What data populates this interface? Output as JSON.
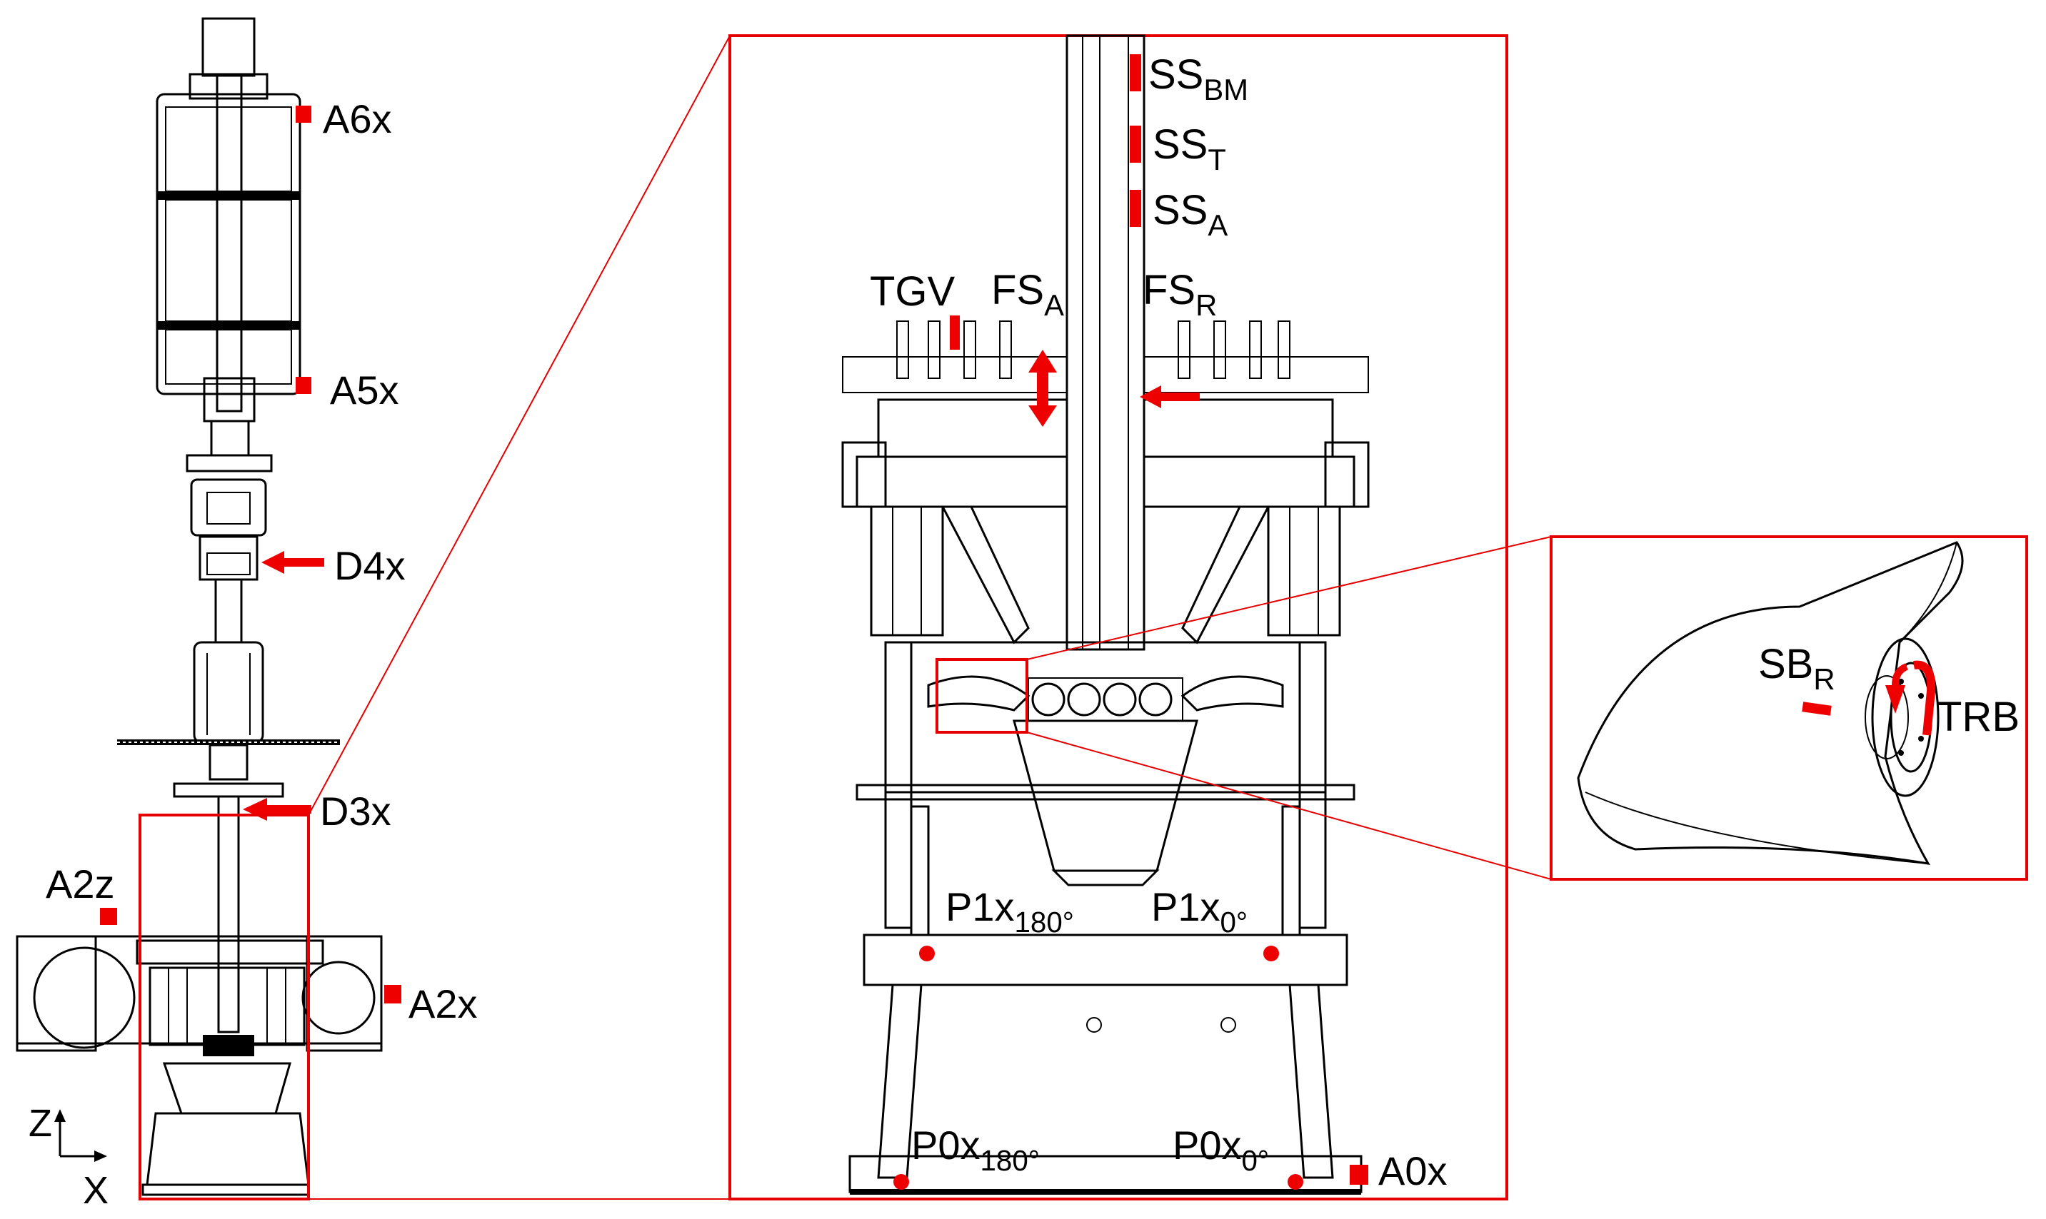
{
  "colors": {
    "sensor": "#ee0000",
    "frame": "#e60000",
    "drawing": "#000000",
    "background": "#ffffff"
  },
  "axes": {
    "vertical": "Z",
    "horizontal": "X"
  },
  "labels": {
    "a6x": "A6x",
    "a5x": "A5x",
    "d4x": "D4x",
    "d3x": "D3x",
    "a2z": "A2z",
    "a2x": "A2x",
    "a0x": "A0x",
    "tgv": "TGV",
    "ss": "SS",
    "ss_bm_sub": "BM",
    "ss_t_sub": "T",
    "ss_a_sub": "A",
    "fs": "FS",
    "fs_a_sub": "A",
    "fs_r_sub": "R",
    "p1x": "P1x",
    "p0x": "P0x",
    "deg180": "180°",
    "deg0": "0°",
    "sb": "SB",
    "sb_r_sub": "R",
    "trb": "TRB"
  }
}
